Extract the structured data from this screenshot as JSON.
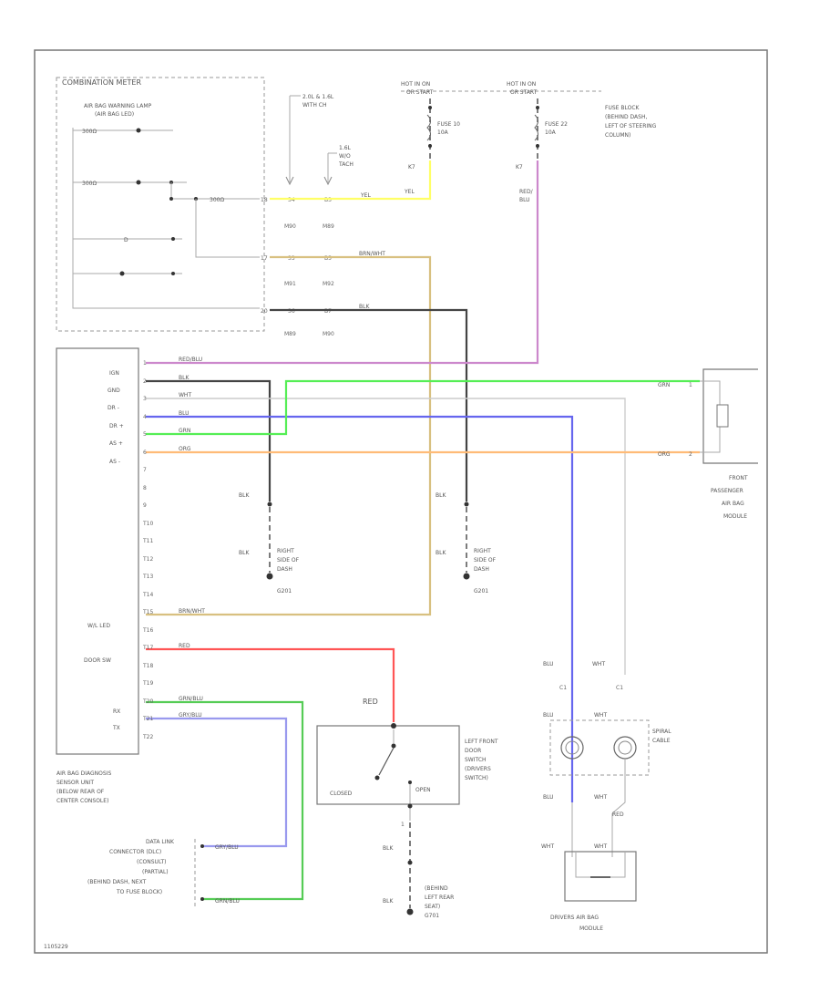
{
  "diagram_id": "1105229",
  "colors": {
    "yel": "#ffff66",
    "red_blu": "#cc88cc",
    "brn_wht": "#d8c080",
    "blk": "#444444",
    "grn": "#55ee55",
    "blu": "#6666ee",
    "org": "#ffbb77",
    "red": "#ff5555",
    "grn_blu": "#55cc55",
    "grn_blu2": "#9999ee",
    "wht": "#cccccc"
  },
  "combination_meter": {
    "title": "COMBINATION METER",
    "lamp_line1": "AIR BAG WARNING LAMP",
    "lamp_line2": "(AIR BAG LED)",
    "resistor1": "300Ω",
    "resistor2": "300Ω",
    "resistor3": "300Ω",
    "diode_letter": "D"
  },
  "notes": {
    "n1_line1": "2.0L & 1.6L",
    "n1_line2": "WITH CH",
    "n2_line1": "1.6L",
    "n2_line2": "W/O",
    "n2_line3": "TACH"
  },
  "fuse_block": {
    "hot1_line1": "HOT IN ON",
    "hot1_line2": "OR START",
    "hot2_line1": "HOT IN ON",
    "hot2_line2": "OR START",
    "fuse1_line1": "FUSE 10",
    "fuse1_line2": "10A",
    "fuse2_line1": "FUSE 22",
    "fuse2_line2": "10A",
    "desc_line1": "FUSE BLOCK",
    "desc_line2": "(BEHIND DASH,",
    "desc_line3": "LEFT OF STEERING",
    "desc_line4": "COLUMN)",
    "pin1": "K7",
    "pin2": "K7"
  },
  "connectors": {
    "row1": [
      "18",
      "34",
      "B3"
    ],
    "row1_sub": [
      "M90",
      "M89"
    ],
    "row2": [
      "17",
      "33",
      "B5"
    ],
    "row2_sub": [
      "M91",
      "M92"
    ],
    "row3": [
      "20",
      "36",
      "B7"
    ],
    "row3_sub": [
      "M89",
      "M90"
    ]
  },
  "wires": {
    "yel": "YEL",
    "brn_wht": "BRN/WHT",
    "blk": "BLK",
    "red_blu": "RED/BLU",
    "red_blu_upper_l1": "RED/",
    "red_blu_upper_l2": "BLU",
    "wht": "WHT",
    "blu": "BLU",
    "grn": "GRN",
    "org": "ORG",
    "red": "RED",
    "grn_blu": "GRN/BLU",
    "grn_blu_alt": "GRY/BLU"
  },
  "sensor_unit": {
    "pin_labels": [
      "IGN",
      "GND",
      "DR -",
      "DR +",
      "AS +",
      "AS -"
    ],
    "pins": [
      "1",
      "2",
      "3",
      "4",
      "5",
      "6",
      "7",
      "8",
      "9",
      "T10",
      "T11",
      "T12",
      "T13",
      "T14",
      "T15",
      "T16",
      "T17",
      "T18",
      "T19",
      "T20",
      "T21",
      "T22"
    ],
    "wl_led": "W/L LED",
    "door_sw": "DOOR SW",
    "rx": "RX",
    "tx": "TX",
    "desc_line1": "AIR BAG DIAGNOSIS",
    "desc_line2": "SENSOR UNIT",
    "desc_line3": "(BELOW REAR OF",
    "desc_line4": "CENTER CONSOLE)"
  },
  "grounds": {
    "g1_line1": "RIGHT",
    "g1_line2": "SIDE OF",
    "g1_line3": "DASH",
    "g1_line4": "G201",
    "g2_line1": "RIGHT",
    "g2_line2": "SIDE OF",
    "g2_line3": "DASH",
    "g2_line4": "G201",
    "g3_line1": "(BEHIND",
    "g3_line2": "LEFT REAR",
    "g3_line3": "SEAT)",
    "g3_line4": "G701"
  },
  "passenger_module": {
    "line1": "FRONT",
    "line2": "PASSENGER",
    "line3": "AIR BAG",
    "line4": "MODULE",
    "pin1": "1",
    "pin2": "2"
  },
  "door_switch": {
    "closed": "CLOSED",
    "open": "OPEN",
    "desc_line1": "LEFT FRONT",
    "desc_line2": "DOOR",
    "desc_line3": "SWITCH",
    "desc_line4": "(DRIVERS",
    "desc_line5": "SWITCH)",
    "pin": "1"
  },
  "spiral_cable": {
    "line1": "SPIRAL",
    "line2": "CABLE",
    "pin_l": "C1",
    "pin_r": "C1"
  },
  "driver_module": {
    "line1": "DRIVERS AIR BAG",
    "line2": "MODULE"
  },
  "dlc": {
    "line1": "DATA LINK",
    "line2": "CONNECTOR (DLC)",
    "line3": "(CONSULT)",
    "line4": "(PARTIAL)",
    "line5": "(BEHIND DASH, NEXT",
    "line6": "TO FUSE BLOCK)"
  }
}
